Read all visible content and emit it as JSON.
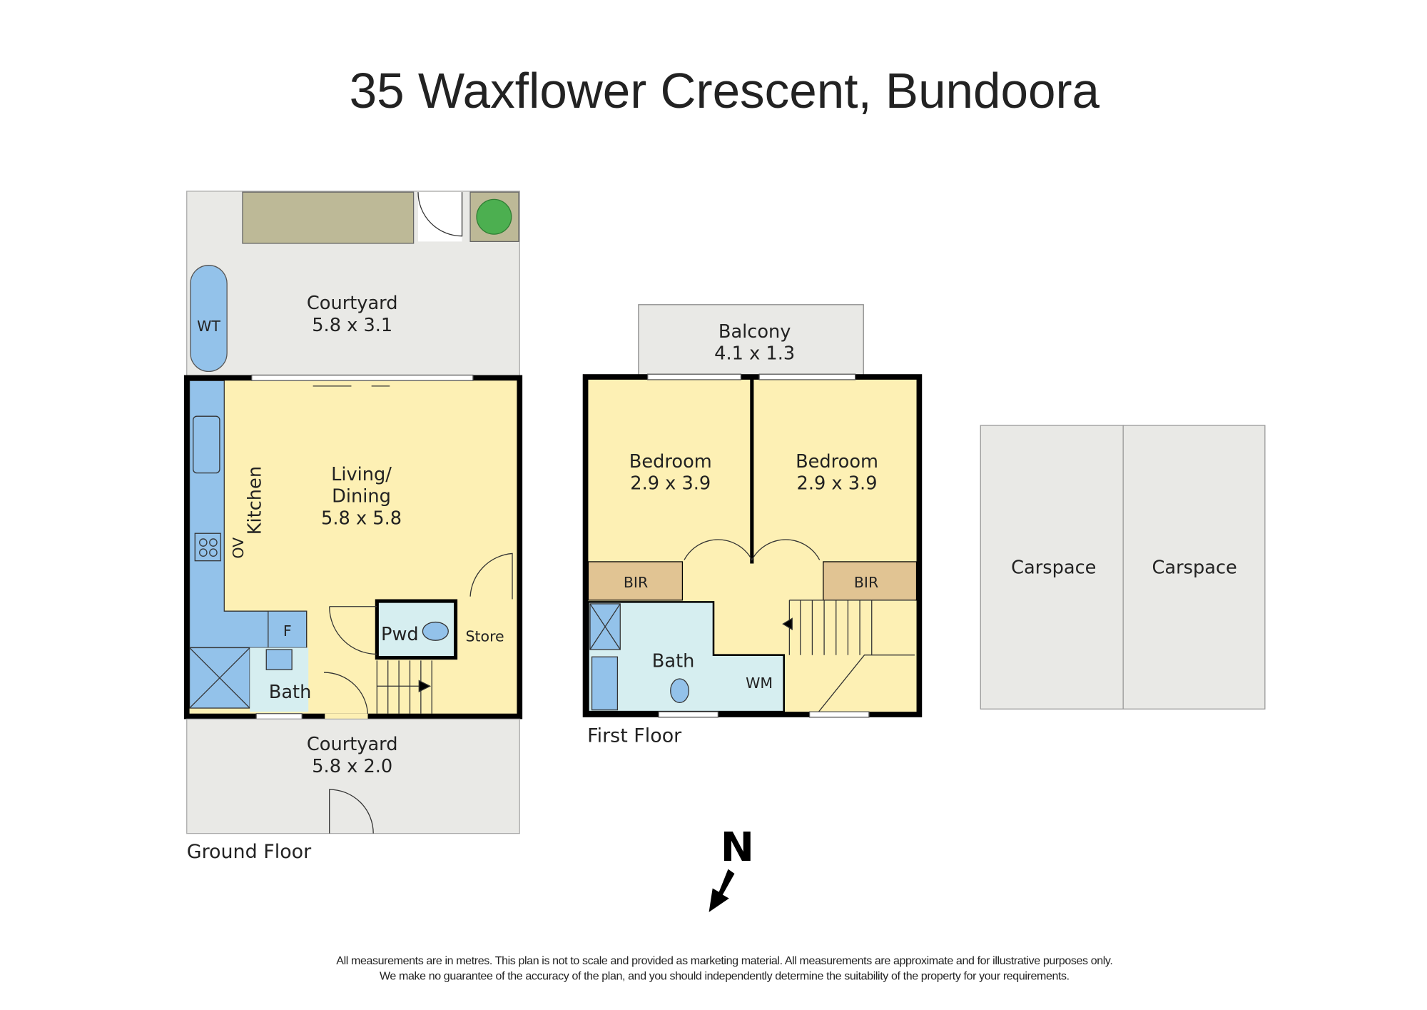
{
  "title": "35 Waxflower Crescent, Bundoora",
  "ground_floor": {
    "label": "Ground Floor",
    "courtyard_rear": {
      "name": "Courtyard",
      "size": "5.8 x 3.1"
    },
    "water_tank": "WT",
    "living": {
      "name_line1": "Living/",
      "name_line2": "Dining",
      "size": "5.8 x 5.8"
    },
    "kitchen": "Kitchen",
    "oven": "OV",
    "fridge": "F",
    "powder": "Pwd",
    "store": "Store",
    "bath": "Bath",
    "courtyard_front": {
      "name": "Courtyard",
      "size": "5.8 x 2.0"
    }
  },
  "first_floor": {
    "label": "First Floor",
    "balcony": {
      "name": "Balcony",
      "size": "4.1 x 1.3"
    },
    "bedroom1": {
      "name": "Bedroom",
      "size": "2.9 x 3.9"
    },
    "bedroom2": {
      "name": "Bedroom",
      "size": "2.9 x 3.9"
    },
    "bir1": "BIR",
    "bir2": "BIR",
    "bath": "Bath",
    "wm": "WM"
  },
  "carspaces": [
    "Carspace",
    "Carspace"
  ],
  "compass": {
    "label": "N",
    "icon": "north-arrow-icon"
  },
  "disclaimer": [
    "All measurements are in metres. This plan is not to scale and provided as marketing material. All measurements are approximate and for illustrative purposes only.",
    "We make no guarantee of the accuracy of the plan, and you should independently determine the suitability of the property for your requirements."
  ],
  "colors": {
    "room": "#fdf0b4",
    "wet": "#d6eef0",
    "joinery": "#93c2ea",
    "outdoor": "#e9e9e6",
    "robe": "#e1c493",
    "planter": "#bdb997"
  }
}
